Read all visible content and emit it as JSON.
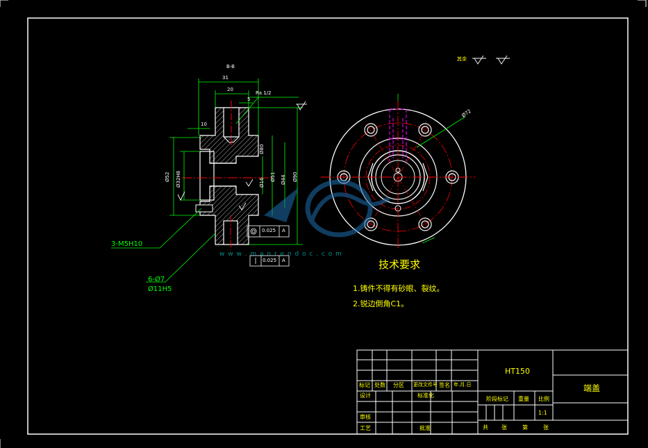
{
  "drawing": {
    "title": "端盖",
    "material": "HT150",
    "scale": "1:1",
    "section_label": "B-B",
    "roughness_note": "其余",
    "watermark_url": "w w w . m a n r e n d o c . c o m"
  },
  "tech_requirements": {
    "heading": "技术要求",
    "items": [
      "1.铸件不得有砂眼、裂纹。",
      "2.锐边倒角C1。"
    ]
  },
  "callouts": {
    "thread_holes": "3-M5H10",
    "bolt_holes": "6-Ø7",
    "counterbore": "Ø11H5",
    "diameter_72": "Ø72",
    "roughness_value": "Ra 1/2"
  },
  "dimensions": {
    "d31": "31",
    "d20": "20",
    "d10": "10",
    "d5": "5",
    "phi52": "Ø52",
    "phi32h": "Ø32H8",
    "phi80": "Ø80",
    "phi16": "Ø16",
    "phi51": "Ø51",
    "phi44": "Ø44",
    "phi90": "Ø90",
    "tol1": "0.025",
    "tol2": "0.025",
    "datum": "A"
  },
  "title_block": {
    "row_labels": [
      "标记",
      "处数",
      "分区",
      "更改文件号",
      "签名",
      "年.月.日"
    ],
    "design": "设计",
    "standardize": "标准化",
    "review": "审核",
    "process": "工艺",
    "approve": "批准",
    "stage_mark": "阶段标记",
    "weight": "重量",
    "ratio": "比例",
    "sheet_total": "共",
    "sheet_of": "张",
    "sheet_no": "第",
    "sheet_unit": "张"
  },
  "colors": {
    "background": "#000000",
    "frame": "#ffffff",
    "dimension": "#00ff00",
    "centerline": "#ff0000",
    "hidden": "#ff00ff",
    "text": "#ffff00",
    "watermark": "#1e6fb0"
  }
}
